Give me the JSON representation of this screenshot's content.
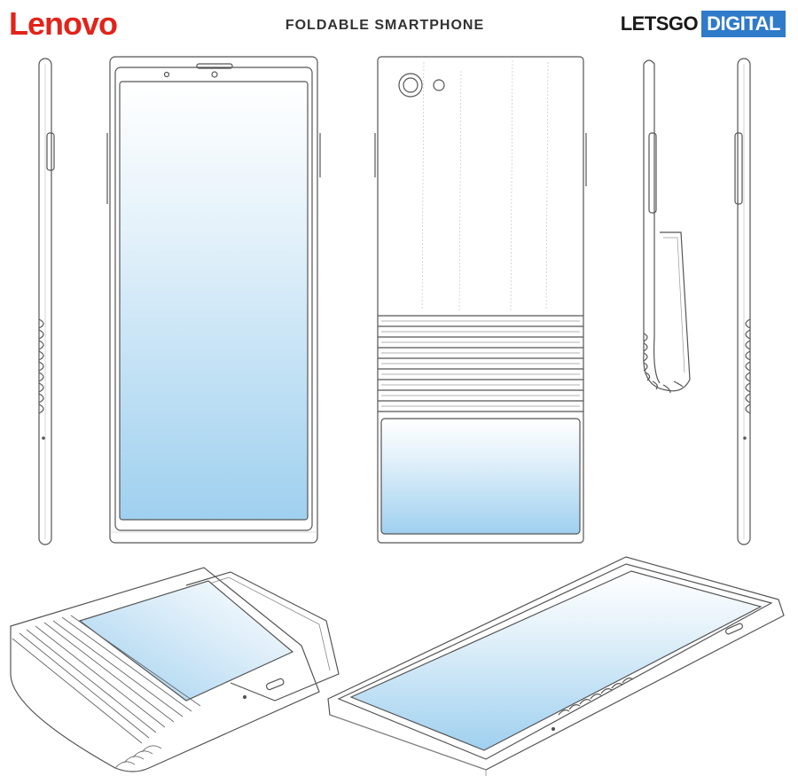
{
  "header": {
    "brand_left": "Lenovo",
    "title": "FOLDABLE SMARTPHONE",
    "brand_right_part1": "LETSGO",
    "brand_right_part2": "DIGITAL"
  },
  "colors": {
    "brand_red": "#e2231a",
    "digital_blue": "#2f7ac9",
    "screen_top": "#ffffff",
    "screen_bottom": "#9fd0ef",
    "line": "#555555"
  }
}
